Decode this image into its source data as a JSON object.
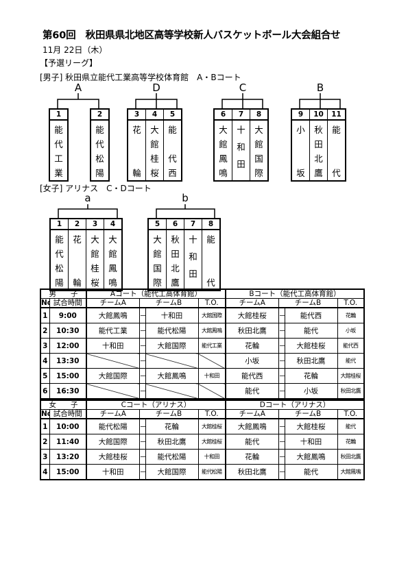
{
  "header": {
    "title": "第60回　秋田県県北地区高等学校新人バスケットボール大会組合せ",
    "date": "11月 22日（木）",
    "section": "【予選リーグ】"
  },
  "men": {
    "venue": "[男子] 秋田県立能代工業高等学校体育館　A・Bコート",
    "groups": [
      {
        "label": "A",
        "teams": [
          {
            "num": "1",
            "name": [
              "能",
              "代",
              "工",
              "業"
            ]
          },
          {
            "num": "2",
            "name": [
              "能",
              "代",
              "松",
              "陽"
            ]
          }
        ]
      },
      {
        "label": "D",
        "teams": [
          {
            "num": "3",
            "name": [
              "花",
              "",
              "",
              "輪"
            ]
          },
          {
            "num": "4",
            "name": [
              "大",
              "館",
              "桂",
              "桜"
            ]
          },
          {
            "num": "5",
            "name": [
              "能",
              "",
              "代",
              "西"
            ]
          }
        ]
      },
      {
        "label": "C",
        "teams": [
          {
            "num": "6",
            "name": [
              "大",
              "館",
              "鳳",
              "鳴"
            ]
          },
          {
            "num": "7",
            "name": [
              "十",
              "和",
              "田"
            ]
          },
          {
            "num": "8",
            "name": [
              "大",
              "館",
              "国",
              "際"
            ]
          }
        ]
      },
      {
        "label": "B",
        "teams": [
          {
            "num": "9",
            "name": [
              "小",
              "",
              "",
              "坂"
            ]
          },
          {
            "num": "10",
            "name": [
              "秋",
              "田",
              "北",
              "鷹"
            ]
          },
          {
            "num": "11",
            "name": [
              "能",
              "",
              "",
              "代"
            ]
          }
        ]
      }
    ]
  },
  "women": {
    "venue": "[女子] アリナス　C・Dコート",
    "groups": [
      {
        "label": "a",
        "teams": [
          {
            "num": "1",
            "name": [
              "能",
              "代",
              "松",
              "陽"
            ]
          },
          {
            "num": "2",
            "name": [
              "花",
              "",
              "",
              "輪"
            ]
          },
          {
            "num": "3",
            "name": [
              "大",
              "館",
              "桂",
              "桜"
            ]
          },
          {
            "num": "4",
            "name": [
              "大",
              "館",
              "鳳",
              "鳴"
            ]
          }
        ]
      },
      {
        "label": "b",
        "teams": [
          {
            "num": "5",
            "name": [
              "大",
              "館",
              "国",
              "際"
            ]
          },
          {
            "num": "6",
            "name": [
              "秋",
              "田",
              "北",
              "鷹"
            ]
          },
          {
            "num": "7",
            "name": [
              "十",
              "和",
              "田"
            ]
          },
          {
            "num": "8",
            "name": [
              "能",
              "",
              "",
              "代"
            ]
          }
        ]
      }
    ]
  },
  "schedule_men": {
    "section_label": "男　　子",
    "court1": "Aコート（能代工高体育館）",
    "court2": "Bコート（能代工高体育館）",
    "col_no": "No.",
    "col_time": "試合時間",
    "col_a": "チームA",
    "col_b": "チームB",
    "col_to": "T.O.",
    "rows": [
      {
        "no": "1",
        "time": "9:00",
        "a1": "大館鳳鳴",
        "d1": "－",
        "b1": "十和田",
        "to1": "大館国際",
        "a2": "大館桂桜",
        "d2": "－",
        "b2": "能代西",
        "to2": "花輪"
      },
      {
        "no": "2",
        "time": "10:30",
        "a1": "能代工業",
        "d1": "－",
        "b1": "能代松陽",
        "to1": "大館鳳鳴",
        "a2": "秋田北鷹",
        "d2": "－",
        "b2": "能代",
        "to2": "小坂"
      },
      {
        "no": "3",
        "time": "12:00",
        "a1": "十和田",
        "d1": "－",
        "b1": "大館国際",
        "to1": "能代工業",
        "a2": "花輪",
        "d2": "－",
        "b2": "大館桂桜",
        "to2": "能代西"
      },
      {
        "no": "4",
        "time": "13:30",
        "a1": "",
        "d1": "－",
        "b1": "",
        "to1": "",
        "a2": "小坂",
        "d2": "－",
        "b2": "秋田北鷹",
        "to2": "能代"
      },
      {
        "no": "5",
        "time": "15:00",
        "a1": "大館国際",
        "d1": "－",
        "b1": "大館鳳鳴",
        "to1": "十和田",
        "a2": "能代西",
        "d2": "－",
        "b2": "花輪",
        "to2": "大館桂桜"
      },
      {
        "no": "6",
        "time": "16:30",
        "a1": "",
        "d1": "－",
        "b1": "",
        "to1": "",
        "a2": "能代",
        "d2": "－",
        "b2": "小坂",
        "to2": "秋田北鷹"
      }
    ]
  },
  "schedule_women": {
    "section_label": "女　　子",
    "court1": "Cコート（アリナス）",
    "court2": "Dコート（アリナス）",
    "col_no": "No.",
    "col_time": "試合時間",
    "col_a": "チームA",
    "col_b": "チームB",
    "col_to": "T.O.",
    "rows": [
      {
        "no": "1",
        "time": "10:00",
        "a1": "能代松陽",
        "d1": "－",
        "b1": "花輪",
        "to1": "大館桂桜",
        "a2": "大館鳳鳴",
        "d2": "－",
        "b2": "大館桂桜",
        "to2": "能代"
      },
      {
        "no": "2",
        "time": "11:40",
        "a1": "大館国際",
        "d1": "－",
        "b1": "秋田北鷹",
        "to1": "大館桂桜",
        "a2": "能代",
        "d2": "－",
        "b2": "十和田",
        "to2": "花輪"
      },
      {
        "no": "3",
        "time": "13:20",
        "a1": "大館桂桜",
        "d1": "－",
        "b1": "能代松陽",
        "to1": "十和田",
        "a2": "花輪",
        "d2": "－",
        "b2": "大館鳳鳴",
        "to2": "秋田北鷹"
      },
      {
        "no": "4",
        "time": "15:00",
        "a1": "十和田",
        "d1": "－",
        "b1": "大館国際",
        "to1": "能代松陽",
        "a2": "秋田北鷹",
        "d2": "－",
        "b2": "能代",
        "to2": "大館鳳鳴"
      }
    ]
  }
}
